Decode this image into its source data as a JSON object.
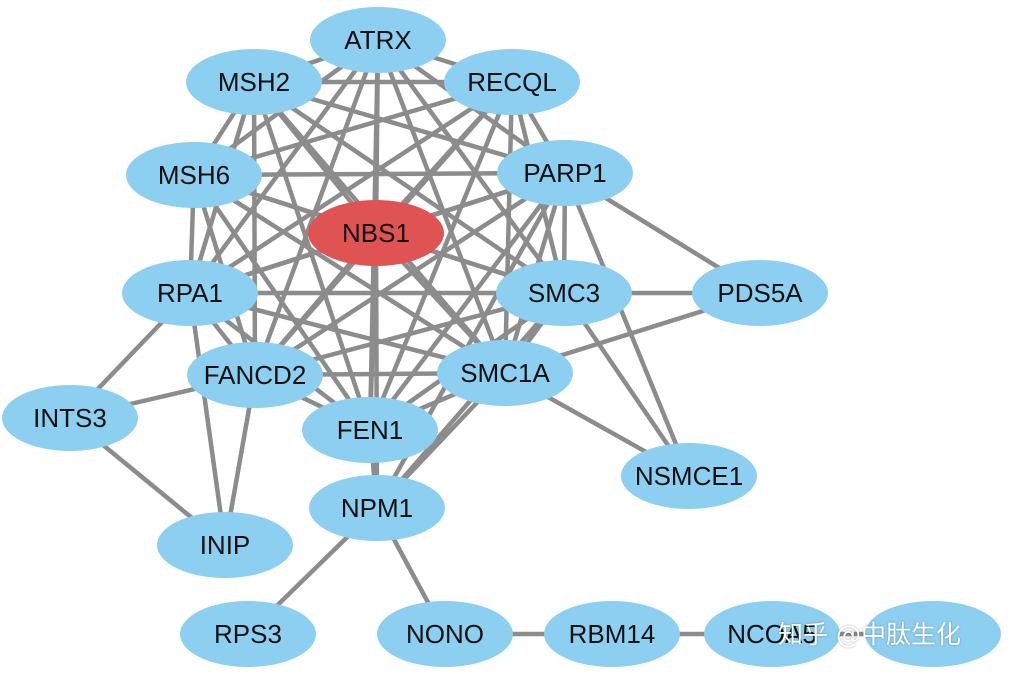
{
  "colors": {
    "node": "#8ccff0",
    "hub": "#e05353",
    "edge": "#8c8c8c",
    "label": "#111111"
  },
  "nodes": [
    {
      "id": "ATRX",
      "label": "ATRX"
    },
    {
      "id": "MSH2",
      "label": "MSH2"
    },
    {
      "id": "RECQL",
      "label": "RECQL"
    },
    {
      "id": "MSH6",
      "label": "MSH6"
    },
    {
      "id": "PARP1",
      "label": "PARP1"
    },
    {
      "id": "NBS1",
      "label": "NBS1",
      "hub": true
    },
    {
      "id": "RPA1",
      "label": "RPA1"
    },
    {
      "id": "SMC3",
      "label": "SMC3"
    },
    {
      "id": "PDS5A",
      "label": "PDS5A"
    },
    {
      "id": "FANCD2",
      "label": "FANCD2"
    },
    {
      "id": "SMC1A",
      "label": "SMC1A"
    },
    {
      "id": "INTS3",
      "label": "INTS3"
    },
    {
      "id": "FEN1",
      "label": "FEN1"
    },
    {
      "id": "NSMCE1",
      "label": "NSMCE1"
    },
    {
      "id": "NPM1",
      "label": "NPM1"
    },
    {
      "id": "INIP",
      "label": "INIP"
    },
    {
      "id": "RPS3",
      "label": "RPS3"
    },
    {
      "id": "NONO",
      "label": "NONO"
    },
    {
      "id": "RBM14",
      "label": "RBM14"
    },
    {
      "id": "NCOA5",
      "label": "NCOA5"
    },
    {
      "id": "DDX5",
      "label": ""
    }
  ],
  "edges": [
    [
      "ATRX",
      "MSH2"
    ],
    [
      "ATRX",
      "RECQL"
    ],
    [
      "ATRX",
      "MSH6"
    ],
    [
      "ATRX",
      "PARP1"
    ],
    [
      "ATRX",
      "NBS1"
    ],
    [
      "ATRX",
      "RPA1"
    ],
    [
      "ATRX",
      "SMC3"
    ],
    [
      "ATRX",
      "FANCD2"
    ],
    [
      "ATRX",
      "SMC1A"
    ],
    [
      "ATRX",
      "FEN1"
    ],
    [
      "MSH2",
      "RECQL"
    ],
    [
      "MSH2",
      "MSH6"
    ],
    [
      "MSH2",
      "PARP1"
    ],
    [
      "MSH2",
      "NBS1"
    ],
    [
      "MSH2",
      "RPA1"
    ],
    [
      "MSH2",
      "SMC3"
    ],
    [
      "MSH2",
      "FANCD2"
    ],
    [
      "MSH2",
      "SMC1A"
    ],
    [
      "MSH2",
      "FEN1"
    ],
    [
      "RECQL",
      "MSH6"
    ],
    [
      "RECQL",
      "PARP1"
    ],
    [
      "RECQL",
      "NBS1"
    ],
    [
      "RECQL",
      "RPA1"
    ],
    [
      "RECQL",
      "SMC3"
    ],
    [
      "RECQL",
      "FANCD2"
    ],
    [
      "RECQL",
      "SMC1A"
    ],
    [
      "RECQL",
      "FEN1"
    ],
    [
      "MSH6",
      "PARP1"
    ],
    [
      "MSH6",
      "NBS1"
    ],
    [
      "MSH6",
      "RPA1"
    ],
    [
      "MSH6",
      "SMC3"
    ],
    [
      "MSH6",
      "FANCD2"
    ],
    [
      "MSH6",
      "SMC1A"
    ],
    [
      "MSH6",
      "FEN1"
    ],
    [
      "PARP1",
      "NBS1"
    ],
    [
      "PARP1",
      "RPA1"
    ],
    [
      "PARP1",
      "SMC3"
    ],
    [
      "PARP1",
      "FANCD2"
    ],
    [
      "PARP1",
      "SMC1A"
    ],
    [
      "PARP1",
      "FEN1"
    ],
    [
      "PARP1",
      "PDS5A"
    ],
    [
      "PARP1",
      "NSMCE1"
    ],
    [
      "PARP1",
      "NPM1"
    ],
    [
      "NBS1",
      "RPA1"
    ],
    [
      "NBS1",
      "SMC3"
    ],
    [
      "NBS1",
      "FANCD2"
    ],
    [
      "NBS1",
      "SMC1A"
    ],
    [
      "NBS1",
      "FEN1"
    ],
    [
      "NBS1",
      "NPM1"
    ],
    [
      "RPA1",
      "SMC3"
    ],
    [
      "RPA1",
      "FANCD2"
    ],
    [
      "RPA1",
      "SMC1A"
    ],
    [
      "RPA1",
      "FEN1"
    ],
    [
      "RPA1",
      "INTS3"
    ],
    [
      "RPA1",
      "INIP"
    ],
    [
      "SMC3",
      "FANCD2"
    ],
    [
      "SMC3",
      "SMC1A"
    ],
    [
      "SMC3",
      "FEN1"
    ],
    [
      "SMC3",
      "PDS5A"
    ],
    [
      "SMC3",
      "NSMCE1"
    ],
    [
      "SMC3",
      "NPM1"
    ],
    [
      "FANCD2",
      "SMC1A"
    ],
    [
      "FANCD2",
      "FEN1"
    ],
    [
      "FANCD2",
      "INTS3"
    ],
    [
      "FANCD2",
      "INIP"
    ],
    [
      "SMC1A",
      "FEN1"
    ],
    [
      "SMC1A",
      "PDS5A"
    ],
    [
      "SMC1A",
      "NSMCE1"
    ],
    [
      "SMC1A",
      "NPM1"
    ],
    [
      "FEN1",
      "NPM1"
    ],
    [
      "INTS3",
      "INIP"
    ],
    [
      "NPM1",
      "RPS3"
    ],
    [
      "NPM1",
      "NONO"
    ],
    [
      "NONO",
      "RBM14"
    ],
    [
      "RBM14",
      "NCOA5"
    ],
    [
      "NCOA5",
      "DDX5"
    ]
  ],
  "watermark": "知乎 @中肽生化"
}
